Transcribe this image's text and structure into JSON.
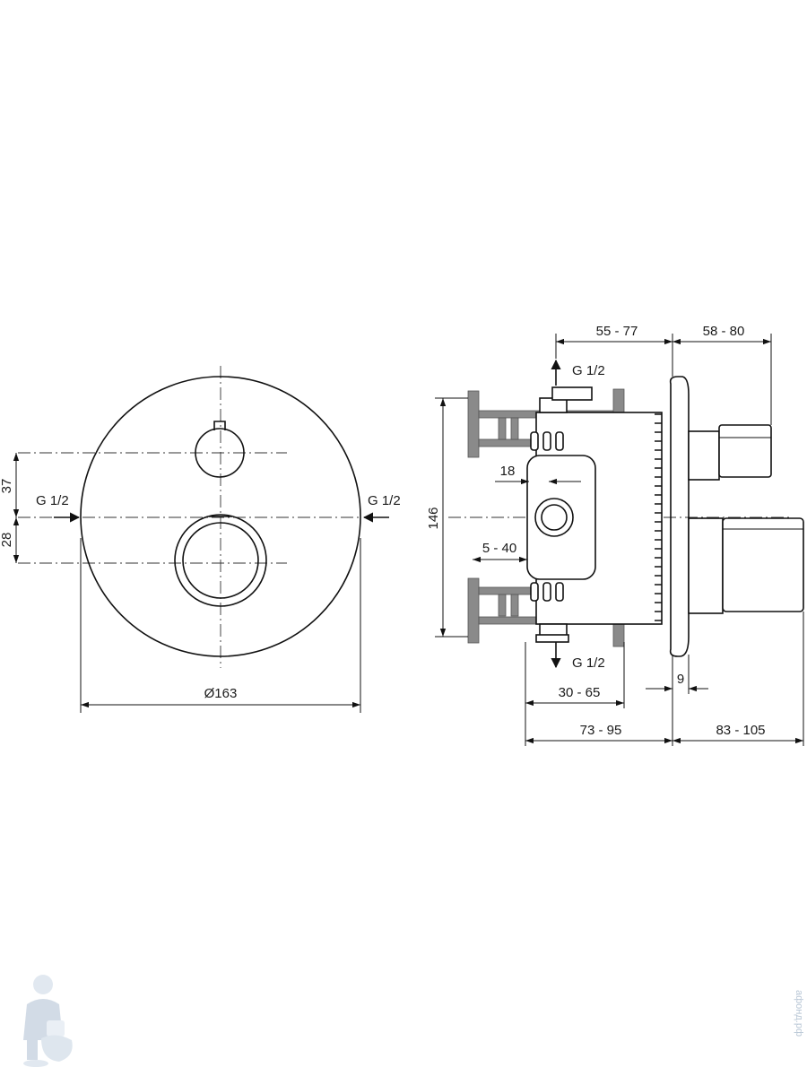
{
  "front_view": {
    "dim_top_offset": "37",
    "dim_bottom_offset": "28",
    "dim_diameter": "Ø163",
    "inlet_left": "G 1/2",
    "inlet_right": "G 1/2"
  },
  "side_view": {
    "dim_55_77": "55 - 77",
    "dim_58_80": "58 - 80",
    "outlet_top": "G 1/2",
    "outlet_bottom": "G 1/2",
    "dim_18": "18",
    "dim_146": "146",
    "dim_5_40": "5 - 40",
    "dim_30_65": "30 - 65",
    "dim_9": "9",
    "dim_73_95": "73 - 95",
    "dim_83_105": "83 - 105"
  },
  "watermark": {
    "text": "афонд.рф",
    "icon": "plumber-mascot-icon"
  },
  "colors": {
    "line": "#111111",
    "grey_fill": "#8a8a8a",
    "watermark": "#b9c7d6"
  }
}
